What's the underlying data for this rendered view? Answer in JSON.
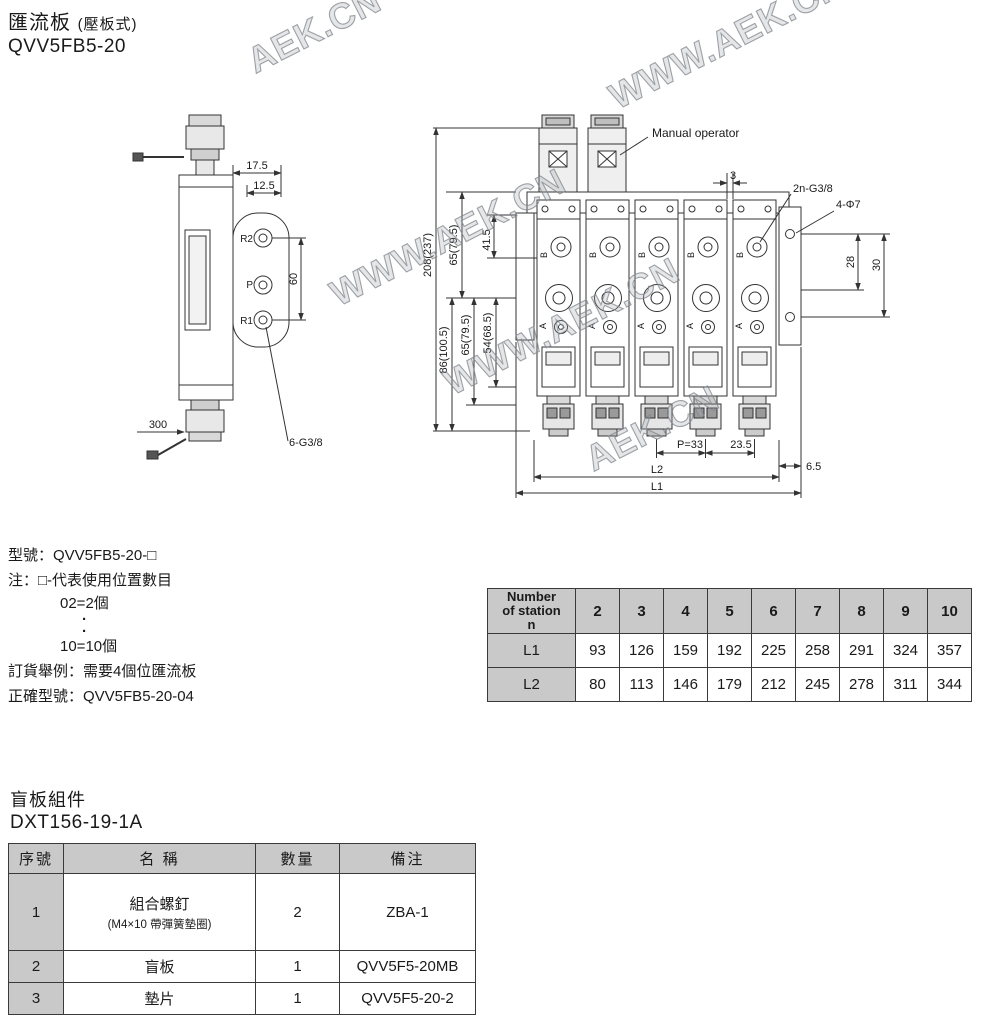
{
  "header": {
    "title": "匯流板",
    "title_note": "(壓板式)",
    "model": "QVV5FB5-20"
  },
  "watermark": {
    "full": "WWW.AEK.CN",
    "short": "AEK.CN"
  },
  "side_view": {
    "dim_17_5": "17.5",
    "dim_12_5": "12.5",
    "dim_60": "60",
    "dim_300": "300",
    "label_ports": "6-G3/8",
    "port_r2": "R2",
    "port_p": "P",
    "port_r1": "R1"
  },
  "front_view": {
    "manual_operator": "Manual operator",
    "dim_3": "3",
    "label_thread": "2n-G3/8",
    "label_holes": "4-Φ7",
    "dim_total_height": "208(237)",
    "dim_65_top": "65(79.5)",
    "dim_41_5": "41.5",
    "dim_86": "86(100.5)",
    "dim_65_bottom": "65(79.5)",
    "dim_54": "54(68.5)",
    "dim_28": "28",
    "dim_30": "30",
    "dim_pitch": "P=33",
    "dim_23_5": "23.5",
    "dim_6_5": "6.5",
    "dim_l2": "L2",
    "dim_l1": "L1",
    "port_b": "B",
    "port_a": "A"
  },
  "order_info": {
    "line_model": "型號：QVV5FB5-20-□",
    "line_note": "注：□-代表使用位置數目",
    "line_ex2": "02=2個",
    "dot": "·",
    "line_ex10": "10=10個",
    "line_example": "訂貨舉例：需要4個位匯流板",
    "line_correct": "正確型號：QVV5FB5-20-04"
  },
  "station_table": {
    "header_lines": [
      "Number",
      "of station",
      "n"
    ],
    "columns": [
      "2",
      "3",
      "4",
      "5",
      "6",
      "7",
      "8",
      "9",
      "10"
    ],
    "rows": [
      {
        "label": "L1",
        "values": [
          "93",
          "126",
          "159",
          "192",
          "225",
          "258",
          "291",
          "324",
          "357"
        ]
      },
      {
        "label": "L2",
        "values": [
          "80",
          "113",
          "146",
          "179",
          "212",
          "245",
          "278",
          "311",
          "344"
        ]
      }
    ]
  },
  "blank_plate": {
    "title": "盲板組件",
    "model": "DXT156-19-1A",
    "headers": {
      "no": "序號",
      "name": "名  稱",
      "qty": "數量",
      "remark": "備注"
    },
    "rows": [
      {
        "no": "1",
        "name": "組合螺釘",
        "name_note": "(M4×10 帶彈簧墊圈)",
        "qty": "2",
        "remark": "ZBA-1"
      },
      {
        "no": "2",
        "name": "盲板",
        "name_note": "",
        "qty": "1",
        "remark": "QVV5F5-20MB"
      },
      {
        "no": "3",
        "name": "墊片",
        "name_note": "",
        "qty": "1",
        "remark": "QVV5F5-20-2"
      }
    ]
  }
}
